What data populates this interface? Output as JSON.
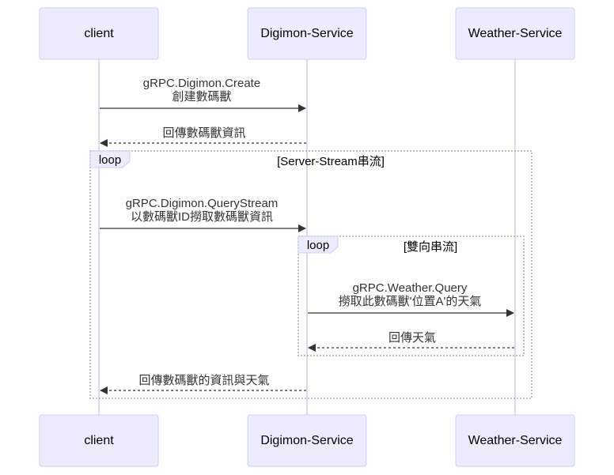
{
  "actors": {
    "client": "client",
    "digimon": "Digimon-Service",
    "weather": "Weather-Service"
  },
  "messages": {
    "create_line1": "gRPC.Digimon.Create",
    "create_line2": "創建數碼獸",
    "create_reply": "回傳數碼獸資訊",
    "query_stream_line1": "gRPC.Digimon.QueryStream",
    "query_stream_line2": "以數碼獸ID撈取數碼獸資訊",
    "weather_query_line1": "gRPC.Weather.Query",
    "weather_query_line2": "撈取此數碼獸'位置A'的天氣",
    "weather_reply": "回傳天氣",
    "final_reply": "回傳數碼獸的資訊與天氣"
  },
  "loops": {
    "outer": {
      "label": "loop",
      "condition": "[Server-Stream串流]"
    },
    "inner": {
      "label": "loop",
      "condition": "[雙向串流]"
    }
  },
  "colors": {
    "actor_fill": "#ECECFF",
    "actor_border": "#CCCCFF",
    "line": "#333333"
  }
}
